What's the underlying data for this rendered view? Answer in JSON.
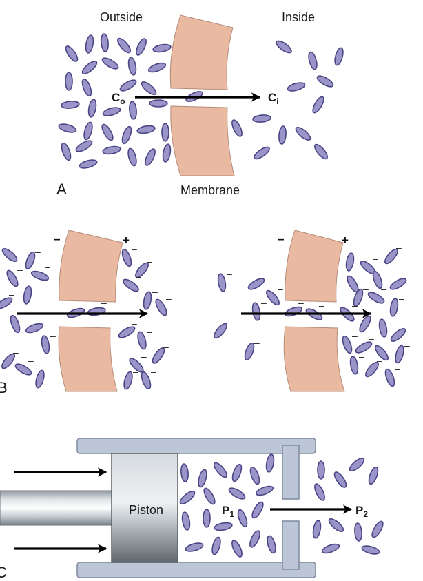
{
  "panel_a": {
    "letter": "A",
    "label_outside": "Outside",
    "label_inside": "Inside",
    "label_membrane": "Membrane",
    "conc_out": "C",
    "conc_out_sub": "o",
    "conc_in": "C",
    "conc_in_sub": "i"
  },
  "panel_b": {
    "letter": "B",
    "sign_negative": "–",
    "sign_positive": "+"
  },
  "panel_c": {
    "letter": "C",
    "label_piston": "Piston",
    "pressure_1": "P",
    "pressure_1_sub": "1",
    "pressure_2": "P",
    "pressure_2_sub": "2"
  },
  "colors": {
    "molecule_fill": "#9b94c8",
    "molecule_stroke": "#4a4585",
    "membrane": "#e9b9a1",
    "cylinder": "#bcc6d6",
    "arrow": "#000000"
  }
}
